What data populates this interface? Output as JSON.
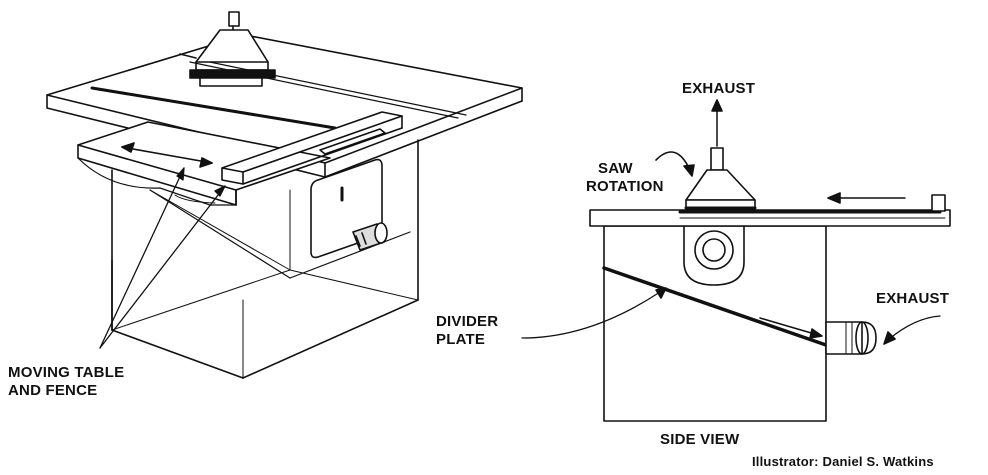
{
  "labels": {
    "exhaust_top": "EXHAUST",
    "saw_rotation_line1": "SAW",
    "saw_rotation_line2": "ROTATION",
    "exhaust_right": "EXHAUST",
    "divider_line1": "DIVIDER",
    "divider_line2": "PLATE",
    "moving_line1": "MOVING TABLE",
    "moving_line2": "AND FENCE",
    "side_view": "SIDE VIEW",
    "credit": "Illustrator:  Daniel S. Watkins"
  },
  "colors": {
    "ink": "#111111",
    "background": "#ffffff"
  }
}
